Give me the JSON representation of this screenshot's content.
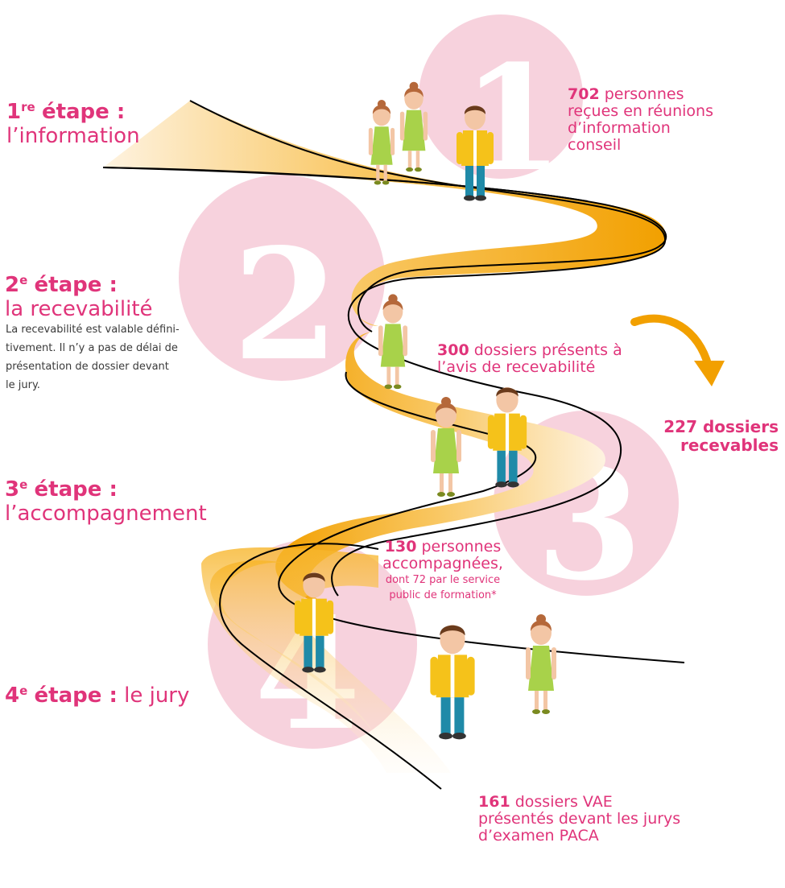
{
  "colors": {
    "accent": "#e0347a",
    "circle": "#f7d2dd",
    "road_light": "#fdeed6",
    "road_dark": "#f2a000",
    "arrow": "#f2a000",
    "text": "#3a3a3a"
  },
  "circles": [
    {
      "digit": "1"
    },
    {
      "digit": "2"
    },
    {
      "digit": "3"
    },
    {
      "digit": "4"
    }
  ],
  "steps": [
    {
      "ordinal": "1",
      "sup": "re",
      "label": "étape :",
      "name": "l’information"
    },
    {
      "ordinal": "2",
      "sup": "e",
      "label": "étape :",
      "name": "la recevabilité",
      "description": [
        "La recevabilité est valable défini-",
        "tivement. Il n’y a pas de délai de",
        "présentation de dossier devant",
        "le jury."
      ]
    },
    {
      "ordinal": "3",
      "sup": "e",
      "label": "étape :",
      "name": "l’accompagnement"
    },
    {
      "ordinal": "4",
      "sup": "e",
      "label": "étape :",
      "name": "le jury"
    }
  ],
  "stats": [
    {
      "number": "702",
      "lines": [
        " personnes",
        "reçues en réunions",
        "d’information",
        "conseil"
      ]
    },
    {
      "number": "300",
      "lines": [
        " dossiers présents à",
        "l’avis de recevabilité"
      ]
    },
    {
      "number": "130",
      "lines": [
        " personnes",
        "accompagnées,"
      ],
      "small_lines": [
        "dont 72 par le service",
        "public de formation*"
      ]
    },
    {
      "number": "161",
      "lines": [
        " dossiers VAE",
        "présentés devant les jurys",
        "d’examen PACA"
      ]
    }
  ],
  "result": {
    "lines": [
      "227 dossiers",
      "recevables"
    ]
  },
  "figures": [
    {
      "kind": "woman"
    },
    {
      "kind": "woman"
    },
    {
      "kind": "man"
    },
    {
      "kind": "woman"
    },
    {
      "kind": "woman"
    },
    {
      "kind": "man"
    },
    {
      "kind": "man"
    },
    {
      "kind": "man"
    },
    {
      "kind": "woman"
    }
  ]
}
